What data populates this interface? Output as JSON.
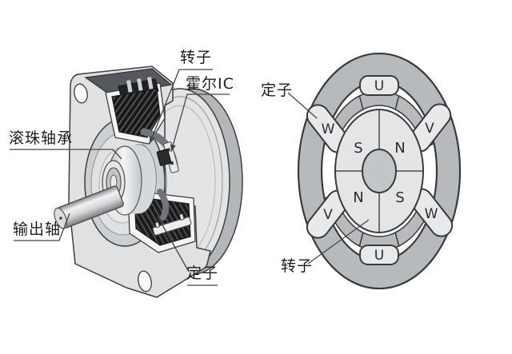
{
  "figure": {
    "type": "motor-diagram",
    "background": "#ffffff",
    "outline_color": "#3a3a3c",
    "label_color": "#1c1c1e"
  },
  "cutaway": {
    "rotor_label": "转子",
    "hall_ic_label": "霍尔IC",
    "ball_bearing_label": "滚珠轴承",
    "output_shaft_label": "输出轴",
    "stator_label": "定子",
    "colors": {
      "body": "#e3e4e6",
      "flange": "#dfe1e3",
      "flange_top": "#55595e",
      "windings": "#17181a",
      "shaft_highlight": "#f2f3f4"
    }
  },
  "cross_section": {
    "stator_label": "定子",
    "rotor_label": "转子",
    "coils": {
      "top": "U",
      "upper_left": "W",
      "upper_right": "V",
      "lower_left": "V",
      "lower_right": "W",
      "bottom": "U"
    },
    "poles": {
      "top_left": "S",
      "top_right": "N",
      "bottom_left": "N",
      "bottom_right": "S"
    },
    "colors": {
      "stator_ring": "#b7babd",
      "coil": "#e8e9ea",
      "rotor": "#e4e5e7",
      "shaft": "#c3c6c9"
    }
  }
}
